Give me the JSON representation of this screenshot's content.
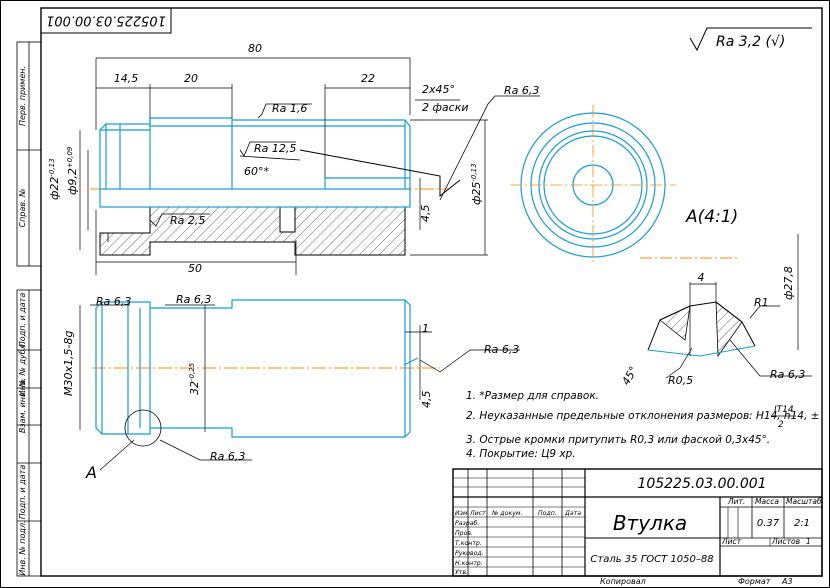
{
  "title_block": {
    "designation": "105225.03.00.001",
    "designation_mirrored": "105225.03.00.001",
    "part_name": "Втулка",
    "material": "Сталь 35 ГОСТ 1050–88",
    "col_lit": "Лит.",
    "col_mass": "Масса",
    "col_scale": "Масштаб",
    "mass": "0.37",
    "scale": "2:1",
    "sheet": "Лист",
    "sheets": "Листов",
    "sheets_count": "1",
    "hdr_izm": "Изм",
    "hdr_list": "Лист",
    "hdr_doc": "№ докум.",
    "hdr_sign": "Подп.",
    "hdr_date": "Дата",
    "roles": [
      "Разраб.",
      "Пров.",
      "Т.контр.",
      "Руковод.",
      "Н.контр.",
      "Утв."
    ],
    "copied": "Копировал",
    "format": "Формат",
    "format_value": "А3"
  },
  "side_stamps": [
    "Перв. примен.",
    "Справ. №",
    "Подп. и дата",
    "Инв. № дубл.",
    "Взам. инв. №",
    "Подп. и дата",
    "Инв. № подл."
  ],
  "roughness": {
    "general": "Ra 3,2 (√)",
    "ra16": "Ra 1,6",
    "ra125": "Ra 12,5",
    "ra25": "Ra 2,5",
    "ra63_a": "Ra 6,3",
    "ra63_b": "Ra 6,3",
    "ra63_c": "Ra 6,3",
    "ra63_d": "Ra 6,3",
    "ra63_e": "Ra 6,3",
    "ra63_f": "Ra 6,3"
  },
  "dims": {
    "d80": "80",
    "d14_5": "14,5",
    "d20": "20",
    "d22": "22",
    "d50": "50",
    "chamfer": "2х45°",
    "two_chamfers": "2 фаски",
    "angle60": "60°*",
    "d22_phi": "ф22",
    "d22_tol": "-0,13",
    "d9_2": "ф9,2",
    "d9_2_tol": "+0,09",
    "d25": "ф25",
    "d25_tol": "-0,13",
    "d4_5": "4,5",
    "thread": "M30х1,5-8g",
    "d32": "32",
    "d32_tol": "-0,25",
    "d1": "1",
    "d4_5b": "4,5",
    "view_label": "А(4:1)",
    "view_a": "А",
    "d4": "4",
    "r1": "R1",
    "d27_8": "ф27,8",
    "r05": "R0,5",
    "angle45": "45°"
  },
  "notes": [
    "1.  *Размер для справок.",
    "2. Неуказанные предельные отклонения размеров: H14, h14, ±",
    "3. Острые кромки притупить R0,3 или фаской 0,3х45°.",
    "4. Покрытие: Ц9 хр."
  ],
  "note_fraction": {
    "num": "IT14",
    "den": "2"
  },
  "colors": {
    "line": "#1a9bd7",
    "axis": "#ff8c00",
    "ink": "#000000"
  }
}
